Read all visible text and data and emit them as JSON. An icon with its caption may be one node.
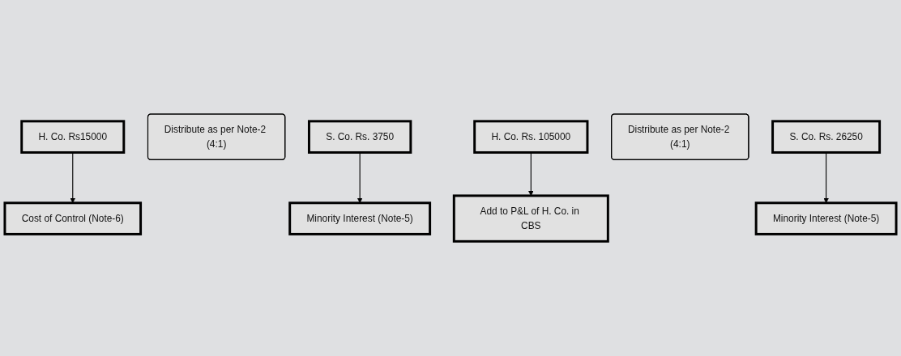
{
  "diagram": {
    "nodes": [
      {
        "text": [
          "H. Co. Rs15000"
        ]
      },
      {
        "text": [
          "Distribute as per Note-2 (4:1)"
        ]
      },
      {
        "text": [
          "S. Co. Rs. 3750"
        ]
      },
      {
        "text": [
          "Cost of Control (Note-6)"
        ]
      },
      {
        "text": [
          "Minority Interest (Note-5)"
        ]
      },
      {
        "text": [
          "H. Co. Rs. 105000"
        ]
      },
      {
        "text": [
          "Distribute as per Note-2 (4:1)"
        ]
      },
      {
        "text": [
          "S. Co. Rs. 26250"
        ]
      },
      {
        "text": [
          "Add to P&L of H. Co. in CBS"
        ]
      },
      {
        "text": [
          "Minority Interest (Note-5)"
        ]
      }
    ],
    "edges": [
      {
        "from": 0,
        "to": 3,
        "arrow": "to"
      },
      {
        "from": 2,
        "to": 4,
        "arrow": "to"
      },
      {
        "from": 5,
        "to": 8,
        "arrow": "to"
      },
      {
        "from": 7,
        "to": 9,
        "arrow": "to"
      }
    ]
  }
}
